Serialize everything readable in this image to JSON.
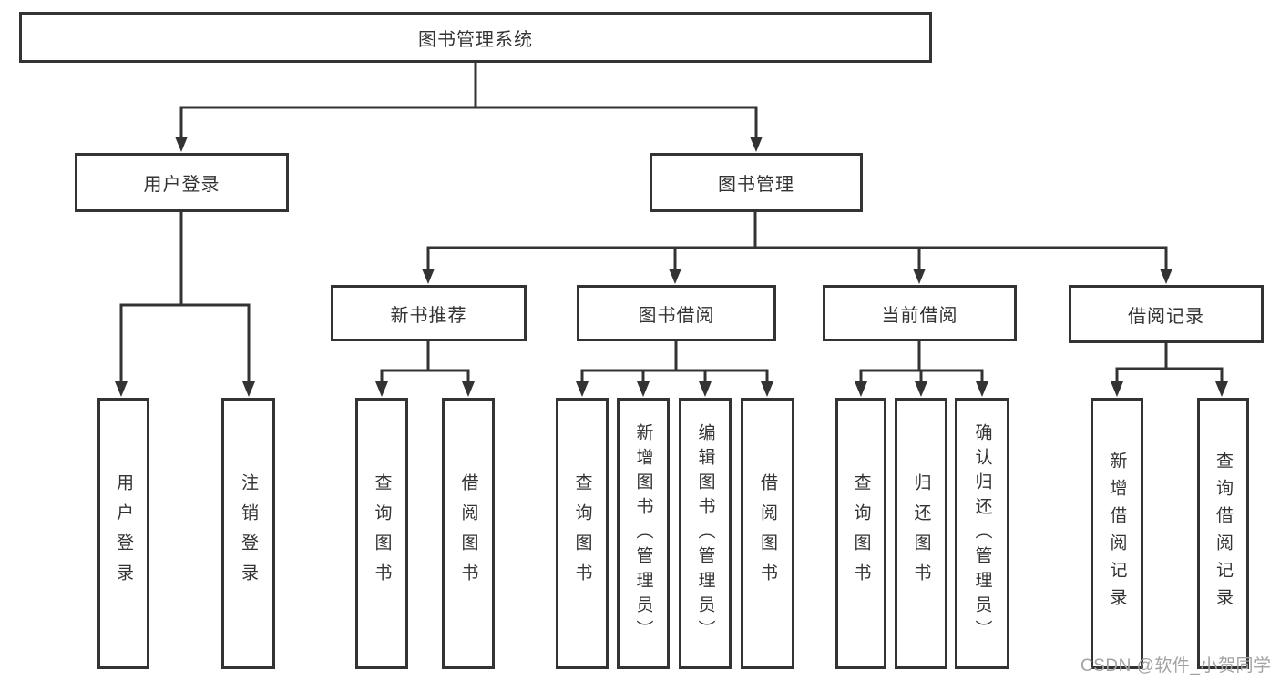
{
  "diagram": {
    "root_label": "图书管理系统",
    "branches": [
      {
        "label": "用户登录",
        "children": [
          "用户登录",
          "注销登录"
        ]
      },
      {
        "label": "图书管理",
        "children": [
          {
            "label": "新书推荐",
            "children": [
              "查询图书",
              "借阅图书"
            ]
          },
          {
            "label": "图书借阅",
            "children": [
              "查询图书",
              "新增图书（管理员）",
              "编辑图书（管理员）",
              "借阅图书"
            ]
          },
          {
            "label": "当前借阅",
            "children": [
              "查询图书",
              "归还图书",
              "确认归还（管理员）"
            ]
          },
          {
            "label": "借阅记录",
            "children": [
              "新增借阅记录",
              "查询借阅记录"
            ]
          }
        ]
      }
    ],
    "watermark": "CSDN @软件_小贺同学",
    "colors": {
      "line": "#333333",
      "text": "#333333",
      "background": "#ffffff",
      "watermark": "#a3a3a3"
    }
  }
}
